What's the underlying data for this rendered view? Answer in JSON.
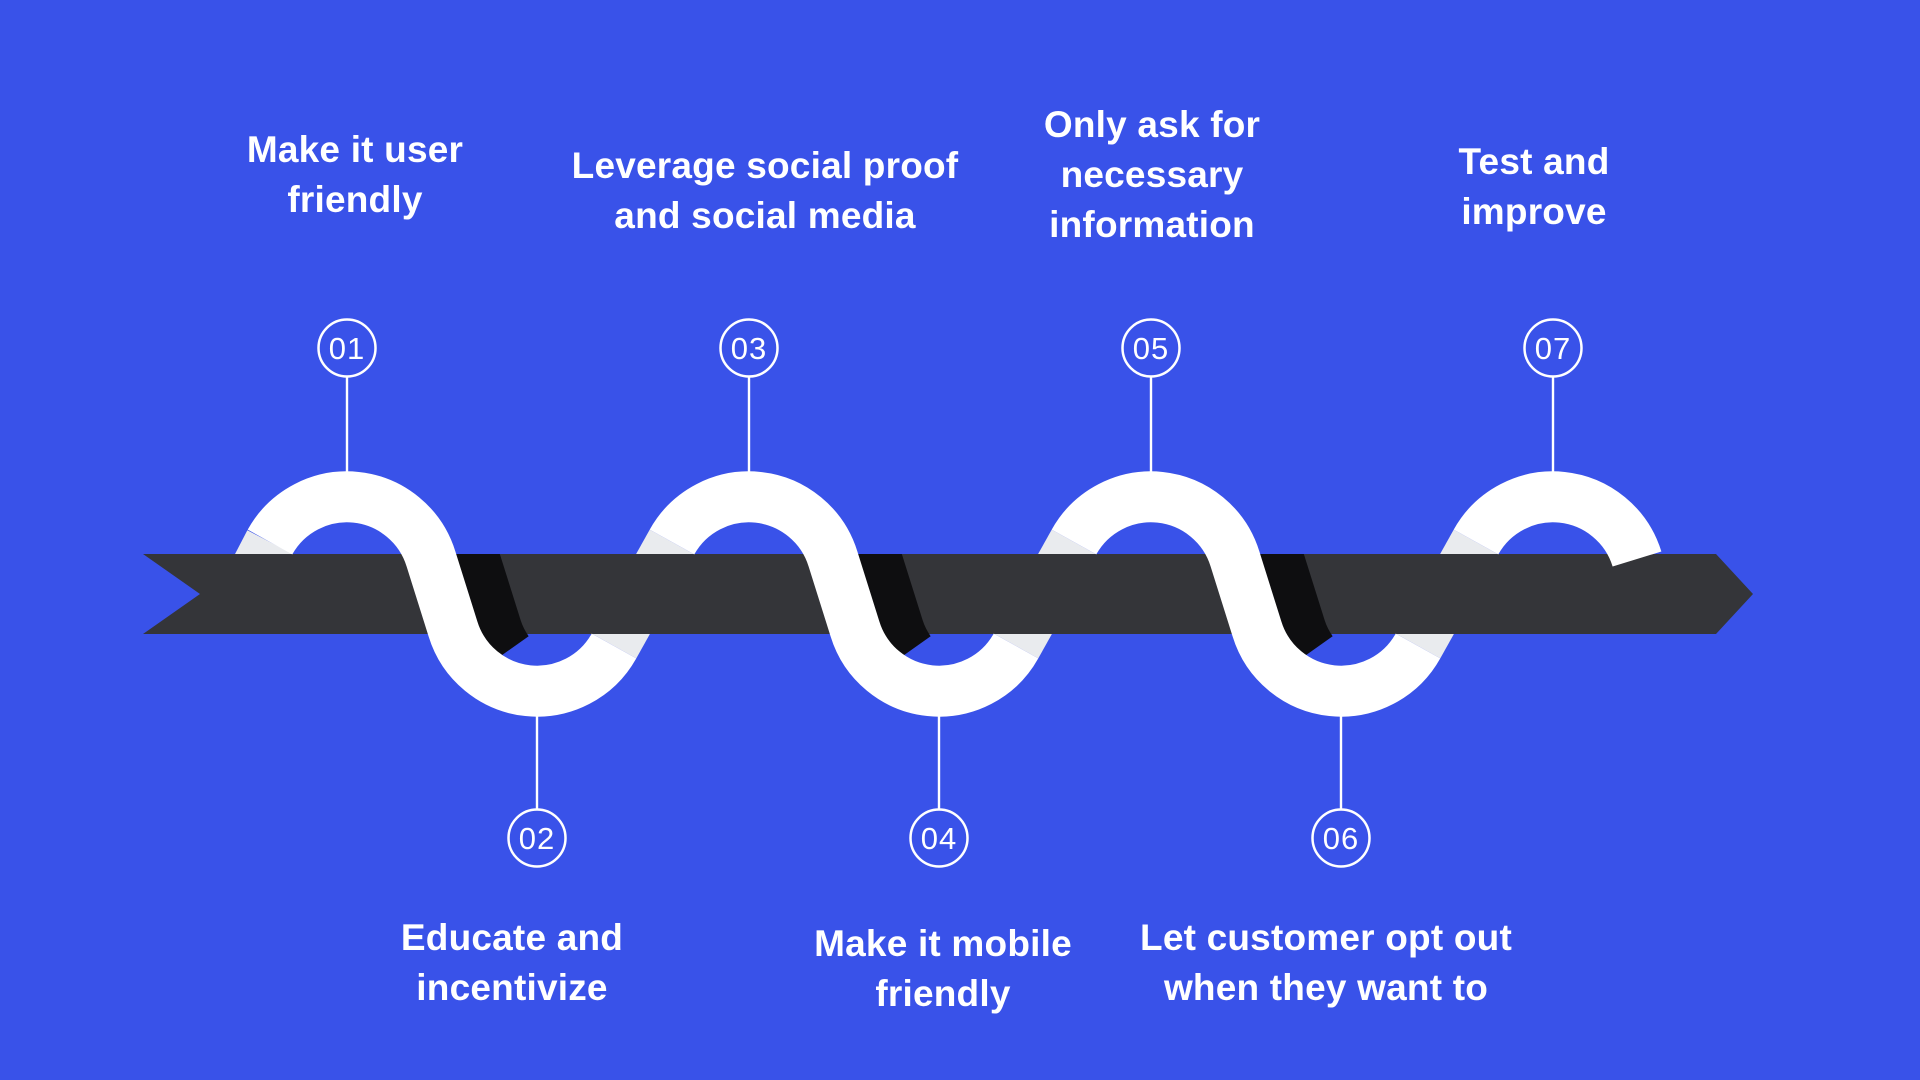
{
  "title": "7-step opt-in timeline infographic",
  "colors": {
    "bg": "#3952e9",
    "ribbon": "#343539",
    "ribbon_shadow": "#0e0e10",
    "wave_front": "#ffffff",
    "wave_back": "#e9ebee",
    "text": "#ffffff"
  },
  "steps": [
    {
      "num": "01",
      "position": "top",
      "label": "Make it user friendly",
      "lines": [
        "Make it user",
        "friendly"
      ]
    },
    {
      "num": "02",
      "position": "bottom",
      "label": "Educate and incentivize",
      "lines": [
        "Educate and",
        "incentivize"
      ]
    },
    {
      "num": "03",
      "position": "top",
      "label": "Leverage social proof and social media",
      "lines": [
        "Leverage social proof",
        "and social media"
      ]
    },
    {
      "num": "04",
      "position": "bottom",
      "label": "Make it mobile friendly",
      "lines": [
        "Make it mobile",
        "friendly"
      ]
    },
    {
      "num": "05",
      "position": "top",
      "label": "Only ask for necessary information",
      "lines": [
        "Only ask for",
        "necessary",
        "information"
      ]
    },
    {
      "num": "06",
      "position": "bottom",
      "label": "Let customer opt out when they want to",
      "lines": [
        "Let customer opt out",
        "when they want to"
      ]
    },
    {
      "num": "07",
      "position": "top",
      "label": "Test and improve",
      "lines": [
        "Test and",
        "improve"
      ]
    }
  ]
}
